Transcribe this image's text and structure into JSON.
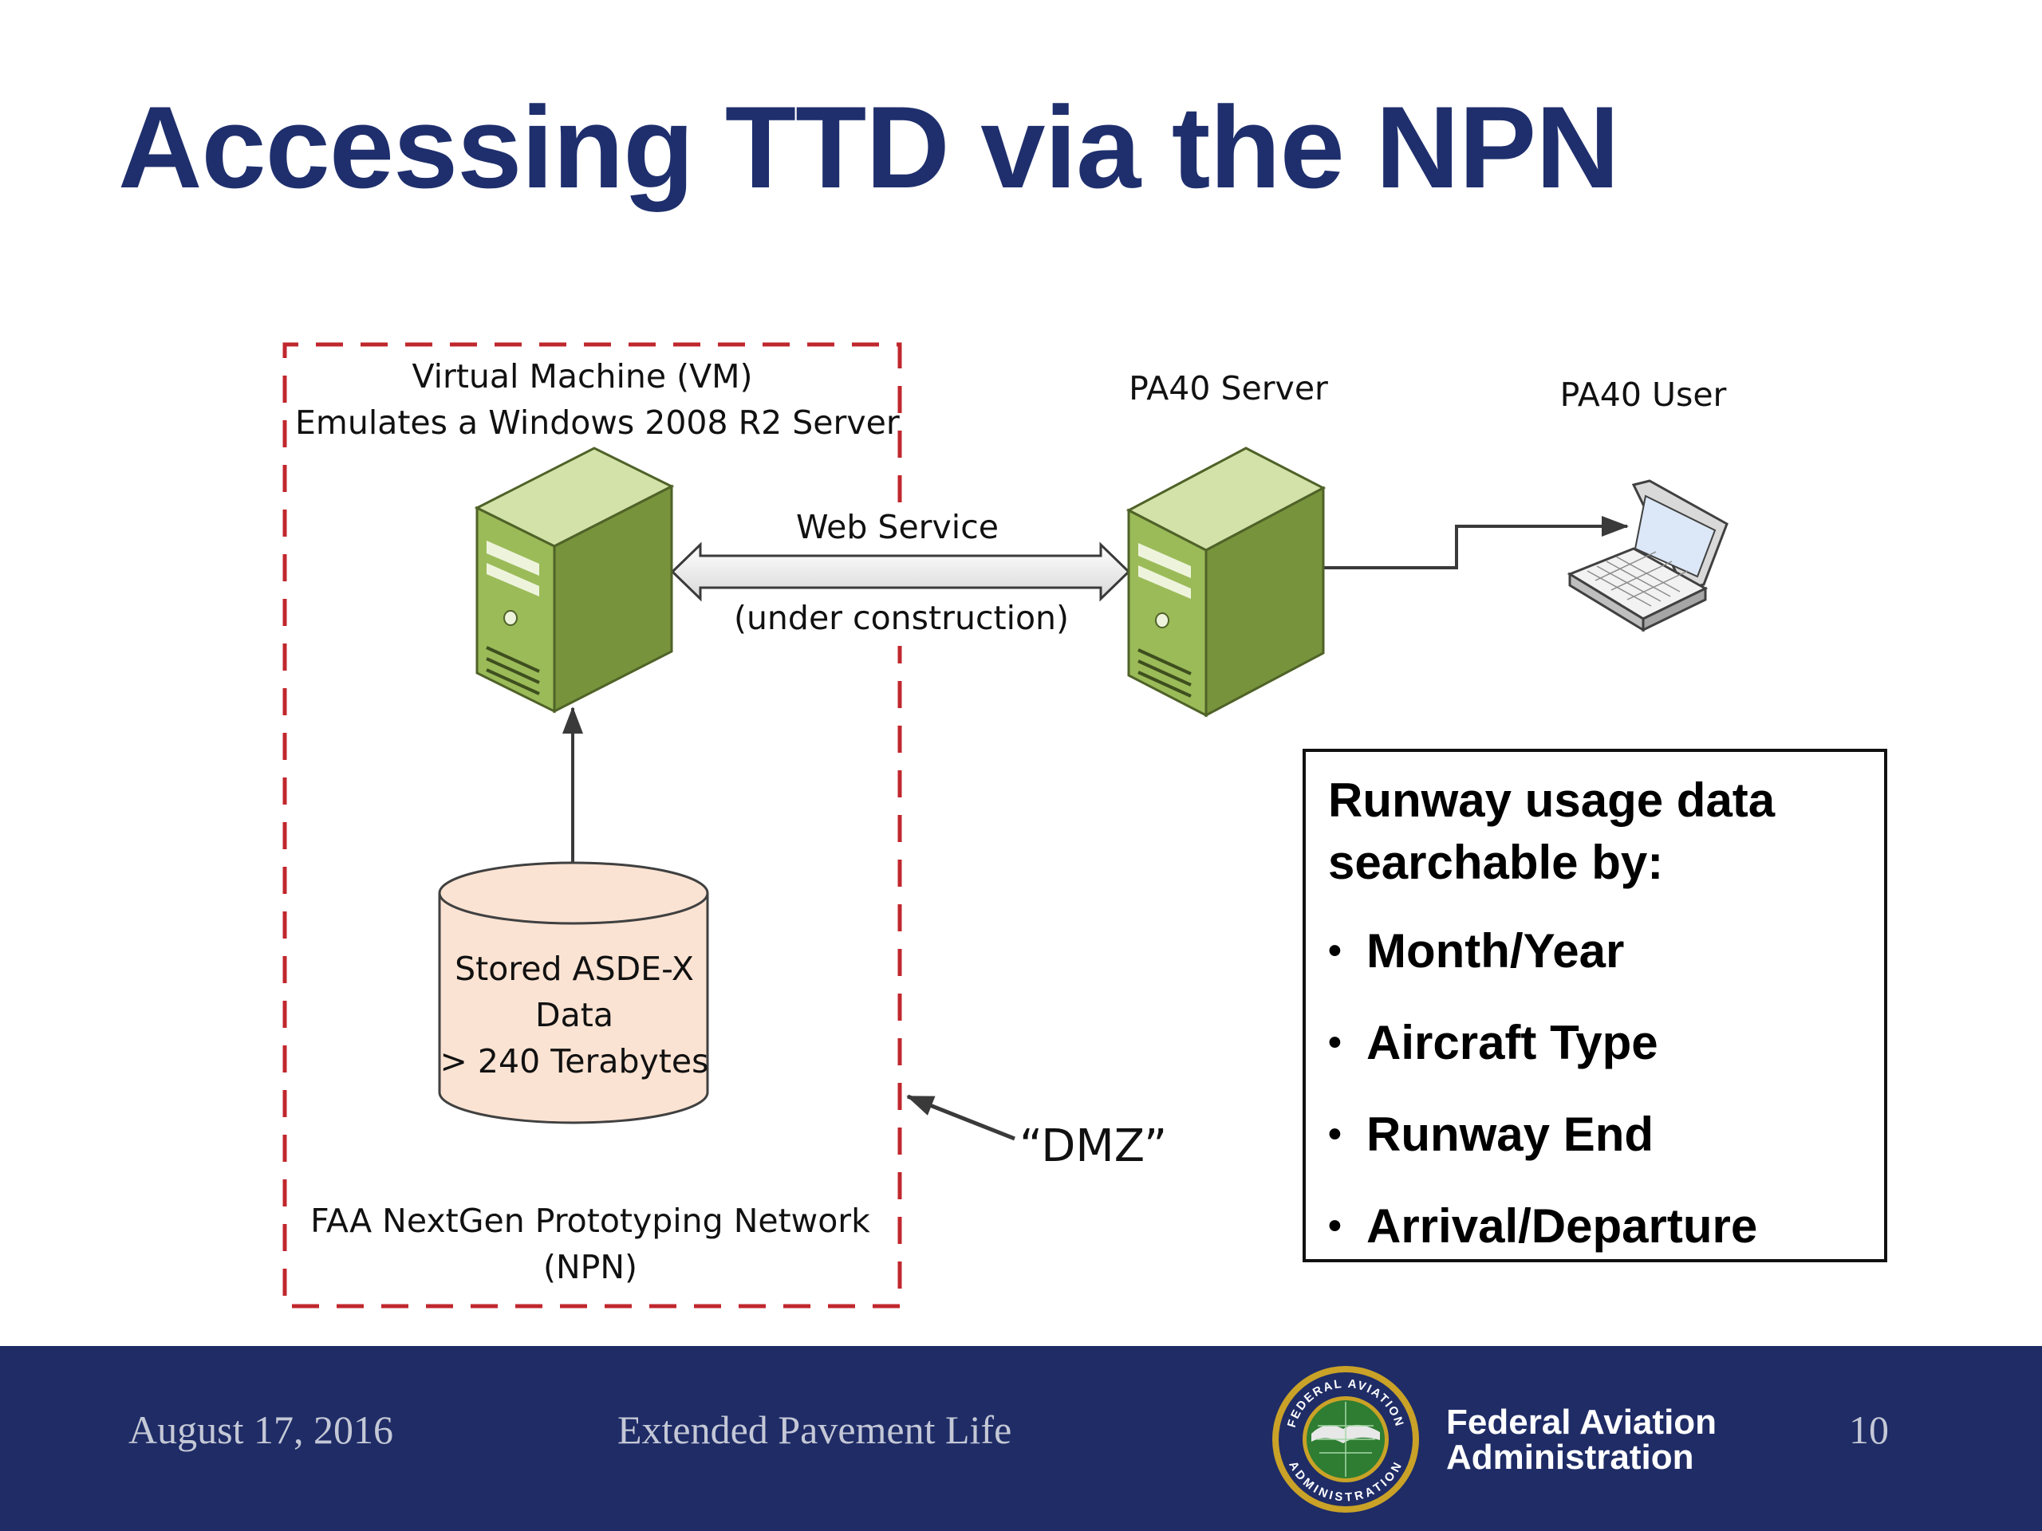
{
  "title": "Accessing TTD via the NPN",
  "diagram": {
    "vm_label": [
      "Virtual Machine (VM)",
      "Emulates a Windows 2008 R2 Server"
    ],
    "server_label": "PA40 Server",
    "user_label": "PA40 User",
    "web_service_label": "Web Service",
    "under_construction_label": "(under construction)",
    "storage_label": [
      "Stored ASDE-X",
      "Data",
      "> 240 Terabytes"
    ],
    "network_label": [
      "FAA NextGen Prototyping Network",
      "(NPN)"
    ],
    "dmz_label": "“DMZ”",
    "colors": {
      "dashed_border": "#c0272d",
      "server_green": "#9bbb59",
      "cylinder_fill": "#fbe3d3",
      "title_blue": "#1f2f6d"
    },
    "icons": {
      "vm": "server-tower-icon",
      "server": "server-tower-icon",
      "user": "laptop-icon",
      "storage": "database-cylinder-icon"
    }
  },
  "info_box": {
    "title": [
      "Runway usage data",
      "searchable by:"
    ],
    "items": [
      "Month/Year",
      "Aircraft Type",
      "Runway End",
      "Arrival/Departure"
    ]
  },
  "footer": {
    "date": "August 17, 2016",
    "presentation": "Extended Pavement Life",
    "agency_line1": "Federal Aviation",
    "agency_line2": "Administration",
    "seal_text_top": "FEDERAL AVIATION",
    "seal_text_bottom": "ADMINISTRATION",
    "page_number": "10"
  }
}
